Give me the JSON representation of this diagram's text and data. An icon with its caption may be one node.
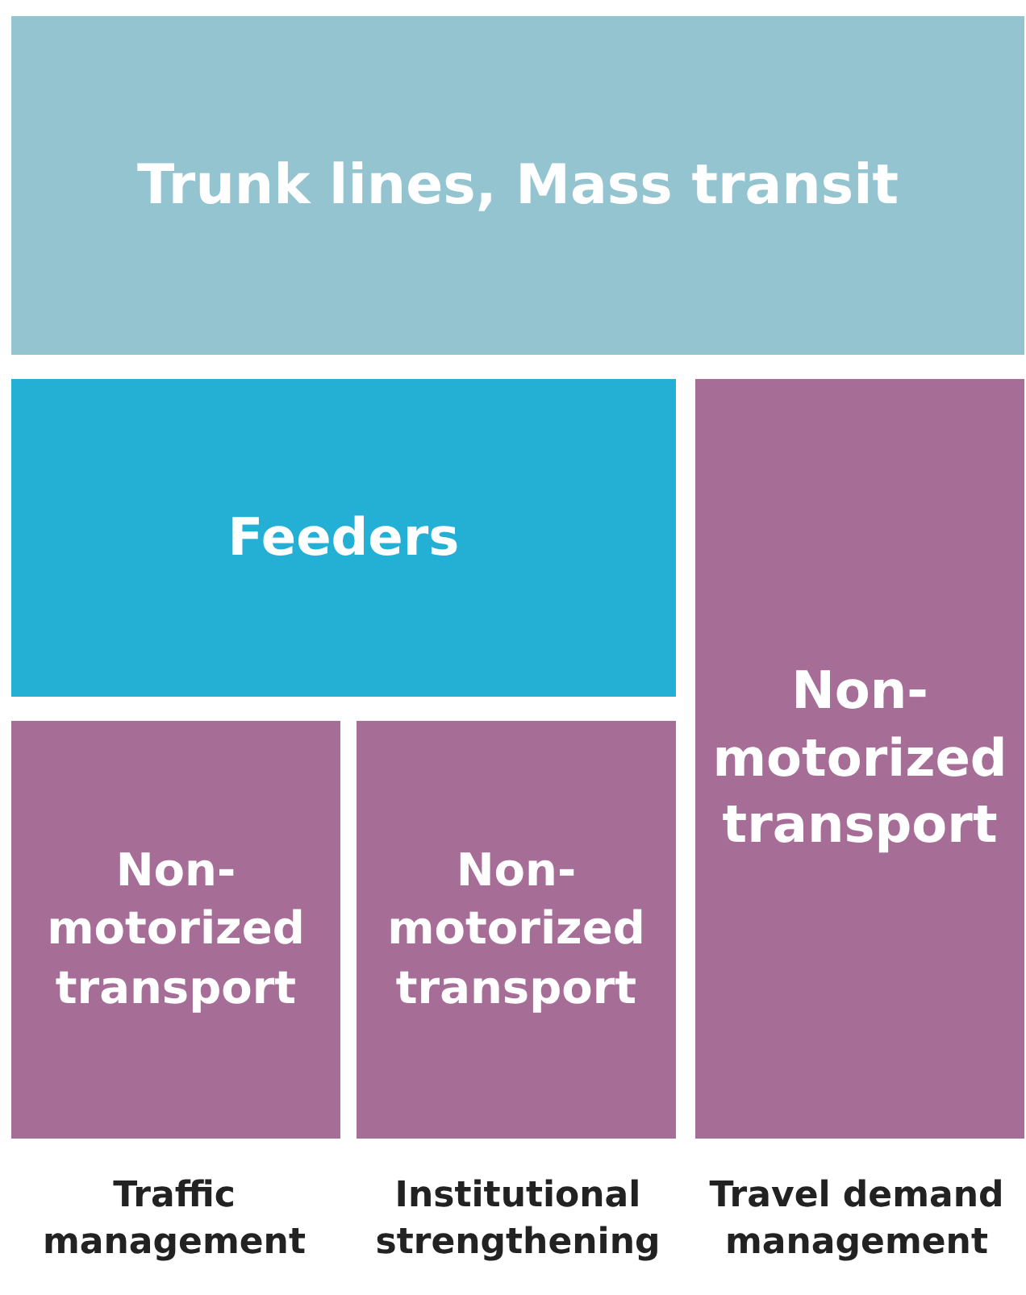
{
  "diagram": {
    "nodes": [
      {
        "text": [
          "Trunk lines, Mass transit"
        ]
      },
      {
        "text": [
          "Feeders"
        ]
      },
      {
        "text": [
          "Non-motorized transport"
        ]
      },
      {
        "text": [
          "Non-motorized transport"
        ]
      },
      {
        "text": [
          "Non-motorized transport"
        ]
      }
    ],
    "labels": [
      "Traffic management",
      "Institutional strengthening",
      "Travel demand management"
    ]
  }
}
